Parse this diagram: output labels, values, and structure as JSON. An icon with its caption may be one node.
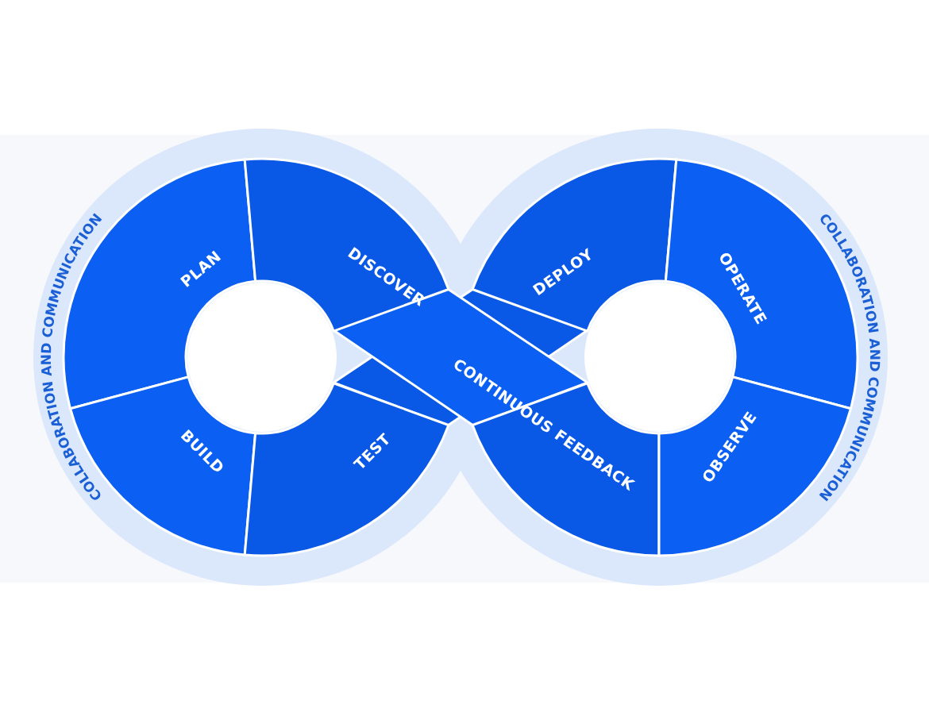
{
  "diagram": {
    "nodes": [
      {
        "text": [
          "PLAN"
        ]
      },
      {
        "text": [
          "DISCOVER"
        ]
      },
      {
        "text": [
          "DEPLOY"
        ]
      },
      {
        "text": [
          "OPERATE"
        ]
      },
      {
        "text": [
          "BUILD"
        ]
      },
      {
        "text": [
          "TEST"
        ]
      },
      {
        "text": [
          "CONTINUOUS FEEDBACK"
        ]
      },
      {
        "text": [
          "OBSERVE"
        ]
      }
    ],
    "labels": [
      "COLLABORATION AND COMMUNICATION",
      "COLLABORATION AND COMMUNICATION"
    ]
  }
}
